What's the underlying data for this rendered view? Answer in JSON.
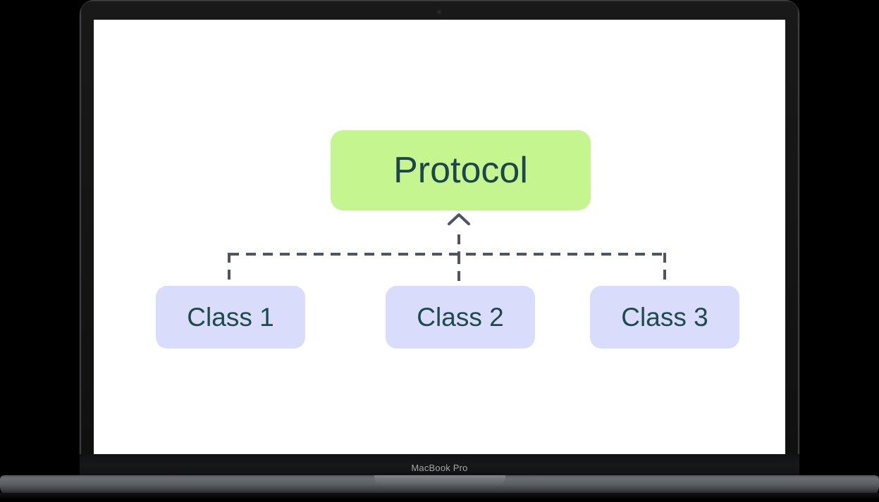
{
  "device": {
    "name": "laptop-mockup",
    "model_label": "MacBook Pro",
    "camera_icon": "camera-dot-icon"
  },
  "diagram": {
    "type": "inheritance-conformance-diagram",
    "description": "Three classes conforming to one protocol",
    "protocol": {
      "label": "Protocol",
      "fill": "#c4f58e",
      "text_color": "#1e4450"
    },
    "classes": [
      {
        "label": "Class 1",
        "fill": "#d9dcfb",
        "text_color": "#1d4a4a"
      },
      {
        "label": "Class 2",
        "fill": "#d9dcfb",
        "text_color": "#1d4a4a"
      },
      {
        "label": "Class 3",
        "fill": "#d9dcfb",
        "text_color": "#1d4a4a"
      }
    ],
    "connector": {
      "style": "dashed",
      "color": "#4e5560",
      "arrowhead": "open-triangle-up",
      "dash_pattern": "14 10"
    }
  }
}
